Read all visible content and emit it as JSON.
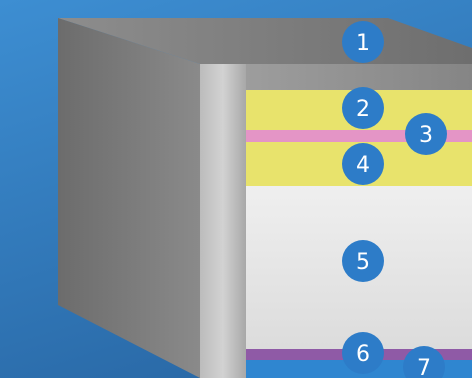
{
  "diagram": {
    "layers": [
      {
        "id": "1",
        "label": "1",
        "color": "#8c8c8c"
      },
      {
        "id": "2",
        "label": "2",
        "color": "#e8e36c"
      },
      {
        "id": "3",
        "label": "3",
        "color": "#e495c6"
      },
      {
        "id": "4",
        "label": "4",
        "color": "#e8e36c"
      },
      {
        "id": "5",
        "label": "5",
        "color": "#e6e6e6"
      },
      {
        "id": "6",
        "label": "6",
        "color": "#8f5aa6"
      },
      {
        "id": "7",
        "label": "7",
        "color": "#2f86d0"
      }
    ]
  },
  "colors": {
    "background_start": "#3d8ed2",
    "background_end": "#2a6aa8",
    "badge": "#2d7cc8",
    "frame_dark": "#6a6a6a",
    "frame_light": "#c9c9c9"
  }
}
